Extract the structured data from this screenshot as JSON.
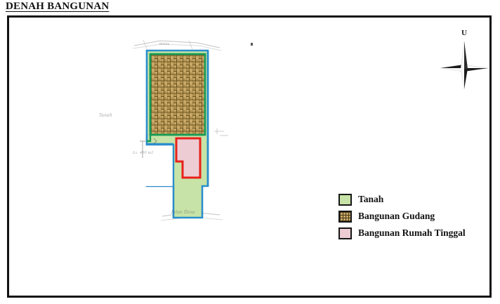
{
  "document": {
    "title": "DENAH BANGUNAN"
  },
  "compass": {
    "icon": "compass-star-icon",
    "north_label": "U"
  },
  "legend": {
    "items": [
      {
        "label": "Tanah",
        "swatch": "solid",
        "fill": "#c7e3a7",
        "stroke": "#161616"
      },
      {
        "label": "Bangunan Gudang",
        "swatch": "hatch",
        "fill": "#c9a868",
        "stroke": "#161616"
      },
      {
        "label": "Bangunan Rumah Tinggal",
        "swatch": "solid",
        "fill": "#edccd4",
        "stroke": "#161616"
      }
    ]
  },
  "map": {
    "parcels": [
      {
        "name": "tanah-parcel",
        "label": "Tanah",
        "fill": "#c7e3a7",
        "stroke": "#2b8ecb"
      },
      {
        "name": "gudang-building",
        "label": "Bangunan Gudang",
        "fill": "#c9a868",
        "stroke": "#149b55"
      },
      {
        "name": "rumah-tinggal-building",
        "label": "Bangunan Rumah Tinggal",
        "fill": "#edccd4",
        "stroke": "#e8201c"
      }
    ],
    "annotations": [
      {
        "name": "annotation-tanah-left",
        "text": "Tanah"
      },
      {
        "name": "annotation-luas",
        "text": "Ls. 400 m2"
      },
      {
        "name": "annotation-jalan-bawah",
        "text": "Jalan Desa"
      },
      {
        "name": "annotation-batas-atas",
        "text": "batas"
      }
    ]
  },
  "colors": {
    "frame": "#121212",
    "land_fill": "#c7e3a7",
    "land_stroke": "#2b8ecb",
    "warehouse_fill": "#c9a868",
    "warehouse_stroke": "#149b55",
    "house_fill": "#edccd4",
    "house_stroke": "#e8201c",
    "text": "#121212"
  }
}
